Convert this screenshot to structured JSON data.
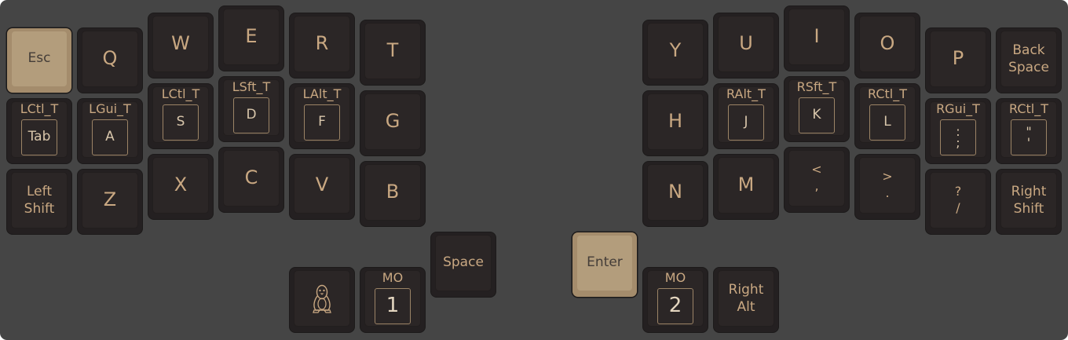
{
  "keymap": {
    "left": {
      "row1": {
        "esc": "Esc",
        "q": "Q",
        "w": "W",
        "e": "E",
        "r": "R",
        "t": "T"
      },
      "row2": {
        "tab_hold": "LCtl_T",
        "tab_tap": "Tab",
        "a_hold": "LGui_T",
        "a_tap": "A",
        "s_hold": "LCtl_T",
        "s_tap": "S",
        "d_hold": "LSft_T",
        "d_tap": "D",
        "f_hold": "LAlt_T",
        "f_tap": "F",
        "g": "G"
      },
      "row3": {
        "shift_line1": "Left",
        "shift_line2": "Shift",
        "z": "Z",
        "x": "X",
        "c": "C",
        "v": "V",
        "b": "B"
      },
      "thumbs": {
        "os_icon": "linux-penguin-icon",
        "mo_label": "MO",
        "mo_layer": "1",
        "space": "Space"
      }
    },
    "right": {
      "row1": {
        "y": "Y",
        "u": "U",
        "i": "I",
        "o": "O",
        "p": "P",
        "bksp_line1": "Back",
        "bksp_line2": "Space"
      },
      "row2": {
        "h": "H",
        "j_hold": "RAlt_T",
        "j_tap": "J",
        "k_hold": "RSft_T",
        "k_tap": "K",
        "l_hold": "RCtl_T",
        "l_tap": "L",
        "scln_hold": "RGui_T",
        "scln_shift": ":",
        "scln_tap": ";",
        "quot_hold": "RCtl_T",
        "quot_shift": "\"",
        "quot_tap": "'"
      },
      "row3": {
        "n": "N",
        "m": "M",
        "comma_shift": "<",
        "comma_tap": ",",
        "dot_shift": ">",
        "dot_tap": ".",
        "slash_shift": "?",
        "slash_tap": "/",
        "shift_line1": "Right",
        "shift_line2": "Shift"
      },
      "thumbs": {
        "enter": "Enter",
        "mo_label": "MO",
        "mo_layer": "2",
        "ralt_line1": "Right",
        "ralt_line2": "Alt"
      }
    }
  },
  "colors": {
    "board": "#454545",
    "key": "#2b2626",
    "legend": "#c9a882",
    "accent_key": "#b39d7c"
  }
}
